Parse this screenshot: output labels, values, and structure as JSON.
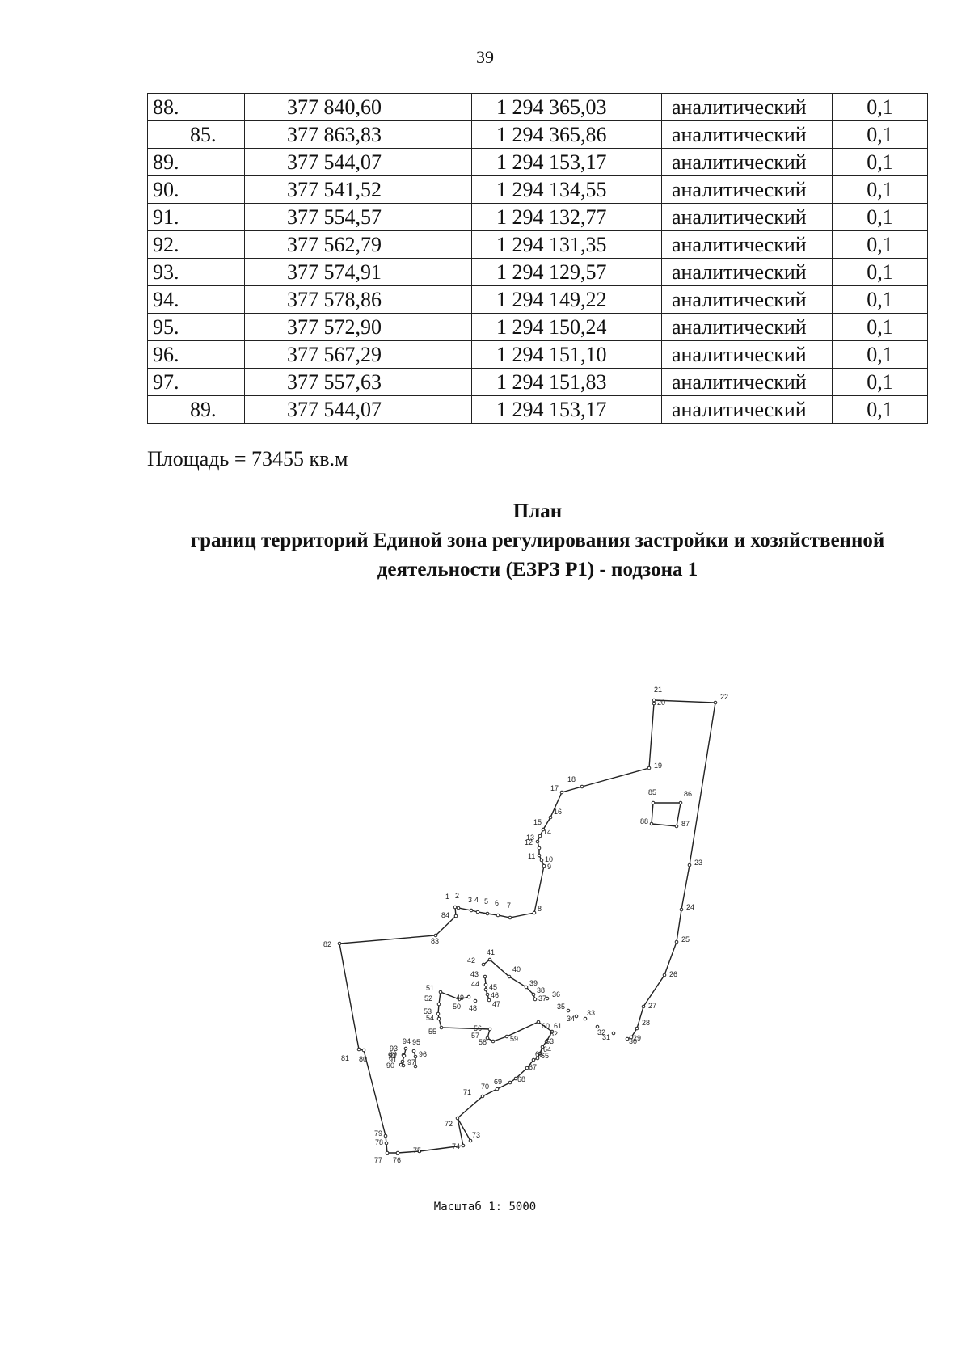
{
  "page_number": "39",
  "table": {
    "rows": [
      {
        "num": "88.",
        "x": "377 840,60",
        "y": "1 294 365,03",
        "method": "аналитический",
        "accuracy": "0,1",
        "indent": false
      },
      {
        "num": "85.",
        "x": "377 863,83",
        "y": "1 294 365,86",
        "method": "аналитический",
        "accuracy": "0,1",
        "indent": true
      },
      {
        "num": "89.",
        "x": "377 544,07",
        "y": "1 294 153,17",
        "method": "аналитический",
        "accuracy": "0,1",
        "indent": false
      },
      {
        "num": "90.",
        "x": "377 541,52",
        "y": "1 294 134,55",
        "method": "аналитический",
        "accuracy": "0,1",
        "indent": false
      },
      {
        "num": "91.",
        "x": "377 554,57",
        "y": "1 294 132,77",
        "method": "аналитический",
        "accuracy": "0,1",
        "indent": false
      },
      {
        "num": "92.",
        "x": "377 562,79",
        "y": "1 294 131,35",
        "method": "аналитический",
        "accuracy": "0,1",
        "indent": false
      },
      {
        "num": "93.",
        "x": "377 574,91",
        "y": "1 294 129,57",
        "method": "аналитический",
        "accuracy": "0,1",
        "indent": false
      },
      {
        "num": "94.",
        "x": "377 578,86",
        "y": "1 294 149,22",
        "method": "аналитический",
        "accuracy": "0,1",
        "indent": false
      },
      {
        "num": "95.",
        "x": "377 572,90",
        "y": "1 294 150,24",
        "method": "аналитический",
        "accuracy": "0,1",
        "indent": false
      },
      {
        "num": "96.",
        "x": "377 567,29",
        "y": "1 294 151,10",
        "method": "аналитический",
        "accuracy": "0,1",
        "indent": false
      },
      {
        "num": "97.",
        "x": "377 557,63",
        "y": "1 294 151,83",
        "method": "аналитический",
        "accuracy": "0,1",
        "indent": false
      },
      {
        "num": "89.",
        "x": "377 544,07",
        "y": "1 294 153,17",
        "method": "аналитический",
        "accuracy": "0,1",
        "indent": true
      }
    ]
  },
  "area_text": "Площадь = 73455 кв.м",
  "title": {
    "line1": "План",
    "line2": "границ территорий Единой зона регулирования застройки и хозяйственной",
    "line3": "деятельности (ЕЗРЗ Р1) - подзона 1"
  },
  "plan": {
    "point_labels": [
      "1",
      "2",
      "3",
      "4",
      "5",
      "6",
      "7",
      "8",
      "9",
      "10",
      "11",
      "12",
      "13",
      "14",
      "15",
      "16",
      "17",
      "18",
      "19",
      "20",
      "21",
      "22",
      "23",
      "24",
      "25",
      "26",
      "27",
      "28",
      "29",
      "30",
      "31",
      "32",
      "33",
      "34",
      "35",
      "36",
      "37",
      "38",
      "39",
      "40",
      "41",
      "42",
      "43",
      "44",
      "45",
      "46",
      "47",
      "48",
      "49",
      "50",
      "51",
      "52",
      "53",
      "54",
      "55",
      "56",
      "57",
      "58",
      "59",
      "60",
      "61",
      "62",
      "63",
      "64",
      "65",
      "66",
      "67",
      "68",
      "69",
      "70",
      "71",
      "72",
      "73",
      "74",
      "75",
      "76",
      "77",
      "78",
      "79",
      "80",
      "81",
      "82",
      "83",
      "84",
      "85",
      "86",
      "87",
      "88",
      "89",
      "90",
      "91",
      "92",
      "93",
      "94",
      "95",
      "96",
      "97"
    ]
  },
  "scale_text": "Масштаб 1: 5000"
}
